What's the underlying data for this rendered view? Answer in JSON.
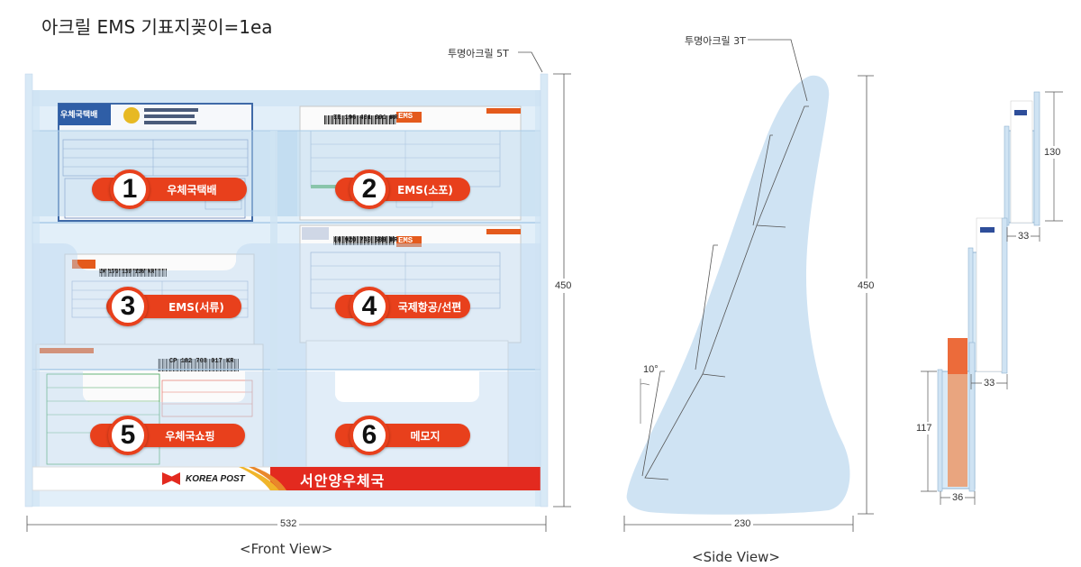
{
  "title": "아크릴 EMS 기표지꽂이=1ea",
  "captions": {
    "front": "<Front View>",
    "side": "<Side View>"
  },
  "callouts": {
    "acrylic_5t": "투명아크릴 5T",
    "acrylic_3t": "투명아크릴 3T"
  },
  "dimensions": {
    "front_width": "532",
    "front_height": "450",
    "side_width": "230",
    "side_height": "450",
    "angle": "10°",
    "depth_upper": "130",
    "depth_33_top": "33",
    "depth_33_mid": "33",
    "depth_lower": "117",
    "depth_36": "36"
  },
  "pockets": [
    {
      "number": "1",
      "label": "우체국택배"
    },
    {
      "number": "2",
      "label": "EMS(소포)"
    },
    {
      "number": "3",
      "label": "EMS(서류)"
    },
    {
      "number": "4",
      "label": "국제항공/선편"
    },
    {
      "number": "5",
      "label": "우체국쇼핑"
    },
    {
      "number": "6",
      "label": "메모지"
    }
  ],
  "banner": {
    "logo": "KOREA POST",
    "office": "서안양우체국"
  },
  "forms": {
    "form1_head": "우체국택배",
    "tracking_ems1": "EE 196 431 891 KR",
    "tracking_ems2": "LH 920 740 589 KR",
    "tracking_ems3": "LM 179 139 136 KR",
    "tracking_cp": "CP 182 708 017 KR",
    "ems_mark": "EMS"
  },
  "colors": {
    "accent": "#e8401c",
    "acrylic": "#cfe3f3",
    "banner": "#e32a1f"
  }
}
